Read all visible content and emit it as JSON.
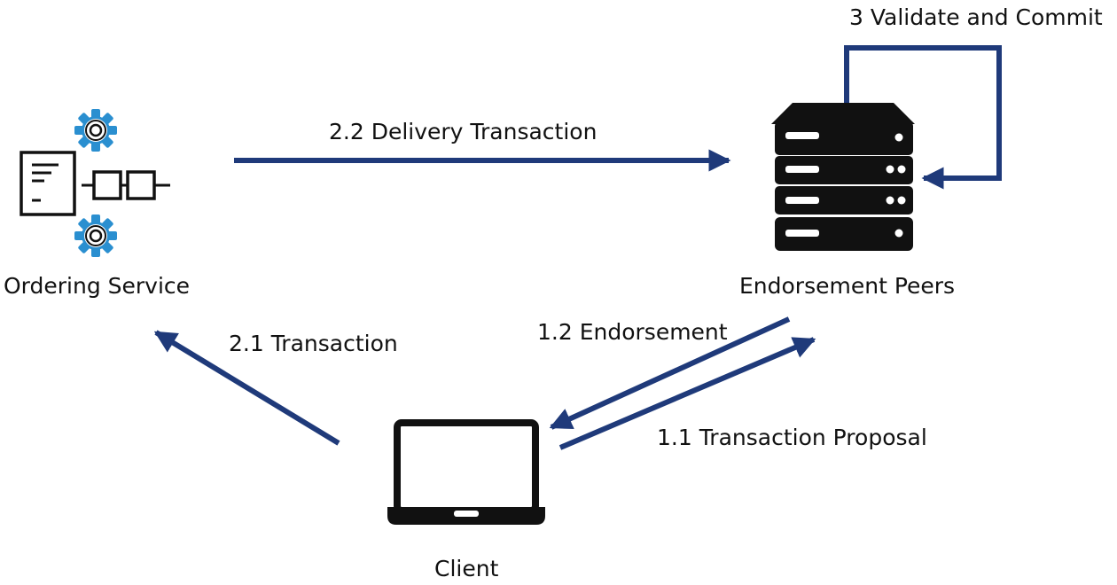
{
  "nodes": {
    "ordering_service": {
      "label": "Ordering Service",
      "icon": "ordering-service-icon"
    },
    "endorsement_peers": {
      "label": "Endorsement Peers",
      "icon": "server-stack-icon"
    },
    "client": {
      "label": "Client",
      "icon": "laptop-icon"
    }
  },
  "edges": {
    "validate_commit": {
      "label": "3 Validate and Commit",
      "from": "Endorsement Peers",
      "to": "Endorsement Peers"
    },
    "delivery_transaction": {
      "label": "2.2 Delivery Transaction",
      "from": "Ordering Service",
      "to": "Endorsement Peers"
    },
    "transaction": {
      "label": "2.1 Transaction",
      "from": "Client",
      "to": "Ordering Service"
    },
    "endorsement": {
      "label": "1.2 Endorsement",
      "from": "Endorsement Peers",
      "to": "Client"
    },
    "transaction_proposal": {
      "label": "1.1 Transaction Proposal",
      "from": "Client",
      "to": "Endorsement Peers"
    }
  },
  "colors": {
    "arrow": "#1f3a7a",
    "icon_primary": "#111111",
    "icon_accent": "#2a8fd0",
    "text": "#111111"
  }
}
